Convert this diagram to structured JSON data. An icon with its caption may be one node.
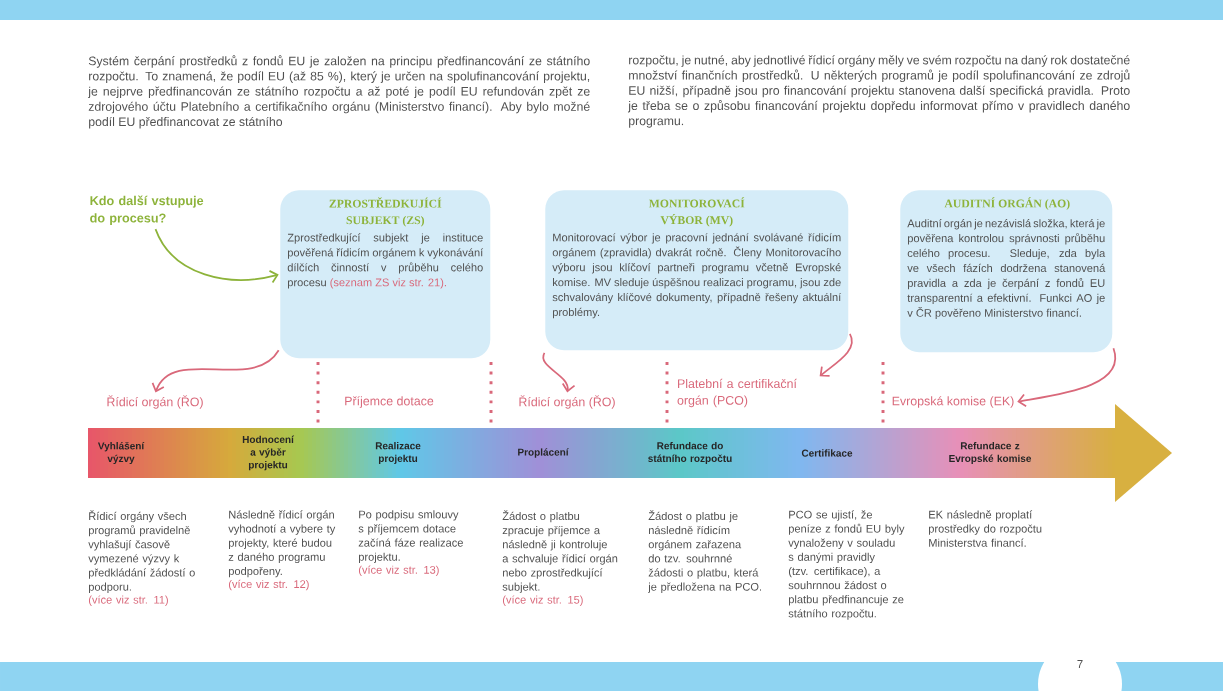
{
  "diagram": {
    "nodes": [
      {
        "text": [
          "Kdo další vstupuje do procesu?"
        ]
      },
      {
        "text": [
          "ZPROSTŘEDKUJÍCÍ SUBJEKT (ZS)",
          "Zprostředkující subjekt je instituce pověřená řídicím orgánem k vykonávání dílčích činností v průběhu celého procesu",
          "(seznam ZS viz str. 21)."
        ]
      },
      {
        "text": [
          "MONITOROVACÍ VÝBOR (MV)",
          "Monitorovací výbor je pracovní jednání svolávané řídicím orgánem (zpravidla) dvakrát ročně. Členy Monitorovacího výboru jsou klíčoví partneři programu včetně Evropské komise. MV sleduje úspěšnou realizaci programu, jsou zde schvalovány klíčové dokumenty, případně řešeny aktuální problémy."
        ]
      },
      {
        "text": [
          "AUDITNÍ ORGÁN (AO)",
          "Auditní orgán je nezávislá složka, která je pověřena kontrolou správnosti průběhu celého procesu. Sleduje, zda byla ve všech fázích dodržena stanovená pravidla a zda je čerpání z fondů EU transparentní a efektivní. Funkci AO je v ČR pověřeno Ministerstvo financí."
        ]
      },
      {
        "text": [
          "Řídicí orgán (ŘO)"
        ]
      },
      {
        "text": [
          "Příjemce dotace"
        ]
      },
      {
        "text": [
          "Řídicí orgán (ŘO)"
        ]
      },
      {
        "text": [
          "Platební a certifikační orgán (PCO)"
        ]
      },
      {
        "text": [
          "Evropská komise (EK)"
        ]
      }
    ],
    "edges": [
      {
        "from": 0,
        "to": 1,
        "arrow": "to",
        "color": "#8db33a"
      },
      {
        "from": 1,
        "to": 4,
        "arrow": "to"
      },
      {
        "from": 2,
        "to": 6,
        "arrow": "to"
      },
      {
        "from": 2,
        "to": 7,
        "arrow": "to"
      },
      {
        "from": 3,
        "to": 8,
        "arrow": "to"
      }
    ],
    "labels": [
      "Systém čerpání prostředků z fondů EU je založen na principu předfinancování ze státního rozpočtu. To znamená, že podíl EU (až 85 %), který je určen na spolufinancování projektu, je nejprve předfinancován ze státního rozpočtu a až poté je podíl EU refundován zpět ze zdrojového účtu Platebního a certifikačního orgánu (Ministerstvo financí). Aby bylo možné podíl EU předfinancovat ze státního",
      "rozpočtu, je nutné, aby jednotlivé řídicí orgány měly ve svém rozpočtu na daný rok dostatečné množství finančních prostředků. U některých programů je podíl spolufinancování ze zdrojů EU nižší, případně jsou pro financování projektu stanovena další specifická pravidla. Proto je třeba se o způsobu financování projektu dopředu informovat přímo v pravidlech daného programu.",
      "Vyhlášení výzvy",
      "Hodnocení a výběr projektu",
      "Realizace projektu",
      "Proplácení",
      "Refundace do státního rozpočtu",
      "Certifikace",
      "Refundace z Evropské komise",
      "Řídicí orgány všech programů pravidelně vyhlašují časově vymezené výzvy k předkládání žádostí o podporu.",
      "(více viz str. 11)",
      "Následně řídicí orgán vyhodnotí a vybere ty projekty, které budou z daného programu podpořeny.",
      "(více viz str. 12)",
      "Po podpisu smlouvy s příjemcem dotace začíná fáze realizace projektu.",
      "(více viz str. 13)",
      "Žádost o platbu zpracuje příjemce a následně ji kontroluje a schvaluje řídicí orgán nebo zprostředkující subjekt.",
      "(více viz str. 15)",
      "Žádost o platbu je následně řídicím orgánem zařazena do tzv. souhrnné žádosti o platbu, která je předložena na PCO.",
      "PCO se ujistí, že peníze z fondů EU byly vynaloženy v souladu s danými pravidly (tzv. certifikace), a souhrnnou žádost o platbu předfinancuje ze státního rozpočtu.",
      "EK následně proplatí prostředky do rozpočtu Ministerstva financí.",
      "7"
    ]
  }
}
